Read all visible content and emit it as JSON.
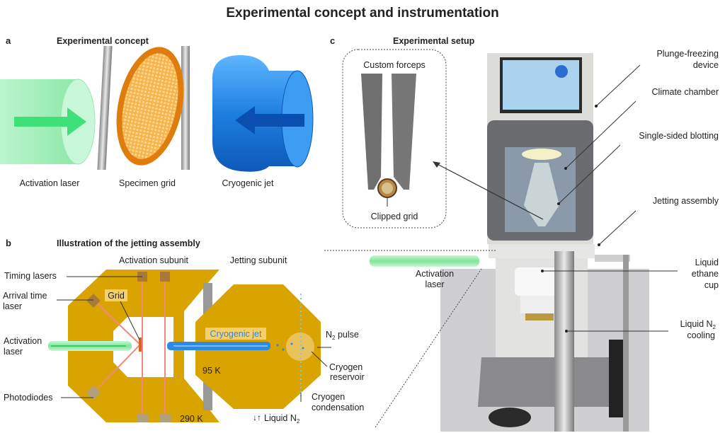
{
  "figure": {
    "title": "Experimental concept and instrumentation"
  },
  "panel_a": {
    "letter": "a",
    "title": "Experimental concept",
    "items": [
      "Activation laser",
      "Specimen grid",
      "Cryogenic jet"
    ]
  },
  "panel_b": {
    "letter": "b",
    "title": "Illustration of the jetting assembly",
    "activation_subunit": "Activation subunit",
    "jetting_subunit": "Jetting subunit",
    "timing_lasers": "Timing lasers",
    "arrival_time_laser": [
      "Arrival time",
      "laser"
    ],
    "activation_laser": [
      "Activation",
      "laser"
    ],
    "photodiodes": "Photodiodes",
    "grid": "Grid",
    "cryogenic_jet": "Cryogenic jet",
    "temp_jet": "95 K",
    "temp_activation": "290 K",
    "n2_pulse": "N",
    "n2_pulse_sub": "2",
    "n2_pulse_rest": " pulse",
    "cryogen_reservoir": [
      "Cryogen",
      "reservoir"
    ],
    "cryogen_condensation": [
      "Cryogen",
      "condensation"
    ],
    "liquid_n2": "Liquid N",
    "liquid_n2_sub": "2"
  },
  "panel_c": {
    "letter": "c",
    "title": "Experimental setup",
    "inset_title": "Custom forceps",
    "inset_caption": "Clipped grid",
    "activation_laser": [
      "Activation",
      "laser"
    ],
    "callouts": {
      "plunge_freezing": [
        "Plunge-freezing",
        "device"
      ],
      "climate_chamber": "Climate chamber",
      "blotting": "Single-sided blotting",
      "jetting_assembly": "Jetting assembly",
      "ethane_cup": [
        "Liquid",
        "ethane",
        "cup"
      ],
      "n2_cooling": [
        "Liquid N",
        "2",
        "cooling"
      ]
    }
  },
  "colors": {
    "gold": "#d9a300",
    "laser_green": "#3ee07a",
    "jet_blue": "#2a8ae6",
    "grid_orange": "#e88a12",
    "beam_pink": "#f08a7a"
  }
}
